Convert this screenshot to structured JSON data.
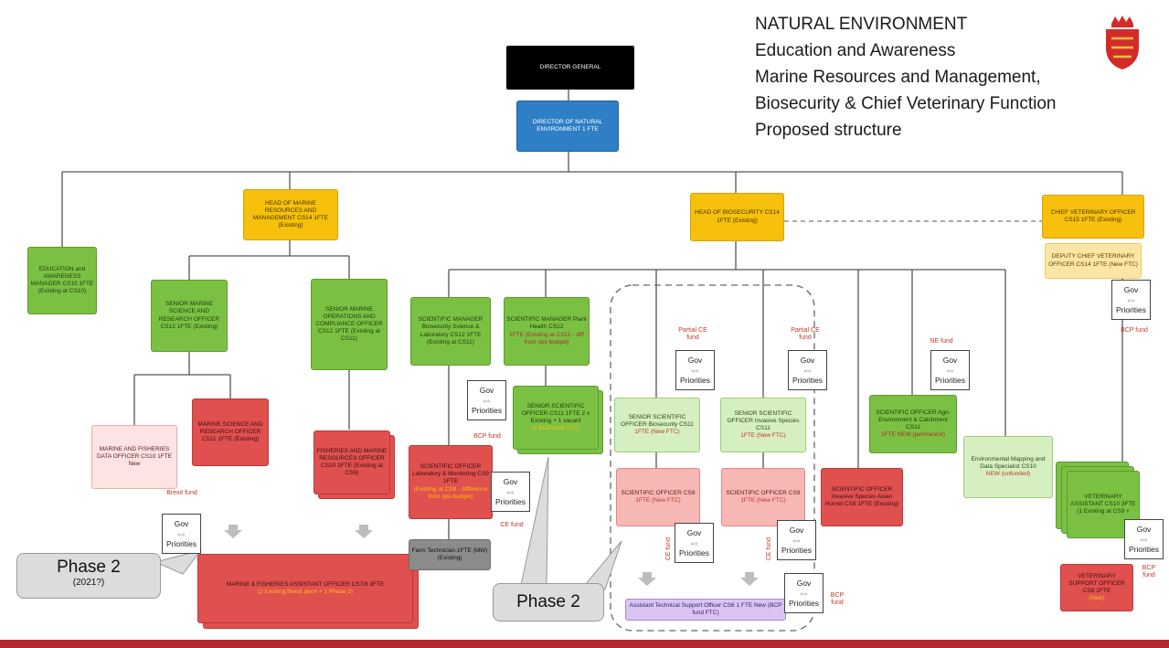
{
  "title": {
    "lines": [
      "NATURAL ENVIRONMENT",
      "Education and Awareness",
      "Marine Resources and Management,",
      "Biosecurity & Chief Veterinary Function",
      "Proposed structure"
    ]
  },
  "colors": {
    "green": "#7ac143",
    "yellow": "#f6c00c",
    "red": "#e0504f",
    "blue": "#2e7fc6",
    "brand_red": "#b02a30"
  },
  "boxes": {
    "director_general": "DIRECTOR GENERAL",
    "director_ne": "DIRECTOR OF NATURAL ENVIRONMENT 1 FTE",
    "head_marine": "HEAD OF MARINE RESOURCES AND MANAGEMENT CS14 1FTE (Existing)",
    "head_biosecurity": "HEAD OF BIOSECURITY CS14 1FTE (Existing)",
    "chief_vet": "CHIEF VETERINARY OFFICER CS15 1FTE (Existing)",
    "deputy_chief_vet": "DEPUTY CHIEF VETERINARY OFFICER CS14 1FTE (New FTC)",
    "education": "EDUCATION and AWARENESS MANAGER CS10 1FTE (Existing at CS10)",
    "senior_marine_science": "SENIOR MARINE SCIENCE AND RESEARCH OFFICER CS12 1FTE (Existing)",
    "senior_marine_ops": "SENIOR MARINE OPERATIONS AND COMPLIANCE OFFICER CS12 1FTE (Existing at CS11)",
    "marine_data": "MARINE AND FISHERIES DATA OFFICER CS10 1FTE New",
    "marine_science_officer": "MARINE SCIENCE AND RESEARCH OFFICER CS11 1FTE (Existing)",
    "fisheries_officers": "FISHERIES AND MARINE RESOURCES OFFICER CS10 2FTE (Existing at CS9)",
    "assistant_officers": "MARINE & FISHERIES ASSISTANT OFFICER CS7/8 3FTE",
    "assistant_officers_hl": "(2 Existing Brexit perm + 1 Phase 2)",
    "sci_mgr_biosec": "SCIENTIFIC MANAGER Biosecurity Science & Laboratory CS12 1FTE (Existing at CS11)",
    "sci_mgr_plant": "SCIENTIFIC MANAGER Plant Health CS12",
    "sci_mgr_plant_hl": "1FTE (Existing at CS11 - diff from ops budget)",
    "senior_sci_cs11": "SENIOR SCIENTIFIC OFFICER CS11 1FTE 2 x Existing + 1 vacant",
    "senior_sci_cs11_hl": "(1 BCP fund FTC)",
    "sci_officer_lab": "SCIENTIFIC OFFICER Laboratory & Monitoring CS9 1FTE",
    "sci_officer_lab_hl": "(Existing at CS8 - difference from ops budget)",
    "farm_tech": "Farm Technician 1FTE (MW) (Existing)",
    "sso_biosecurity": "SENIOR SCIENTIFIC OFFICER Biosecurity CS11",
    "sso_biosecurity_hl": "1FTE (New FTC)",
    "sso_invasive": "SENIOR SCIENTIFIC OFFICER Invasive Species CS11",
    "sso_invasive_hl": "1FTE (New FTC)",
    "so_cs9_a": "SCIENTIFIC OFFICER CS9",
    "so_cs9_a_hl": "1FTE (New FTC)",
    "so_cs9_b": "SCIENTIFIC OFFICER CS9",
    "so_cs9_b_hl": "1FTE (New FTC)",
    "assistant_tech": "Assistant Technical Support Officer CS6 1 FTE New (BCP fund FTC)",
    "so_invasive_hornet": "SCIENTIFIC OFFICER Invasive Species Asian Hornet CS8 1FTE (Existing)",
    "so_agri": "SCIENTIFIC OFFICER Agri-Environment & Catchment CS11",
    "so_agri_hl": "1FTE NEW (permanent)",
    "env_mapping": "Environmental Mapping and Data Specialist CS10",
    "env_mapping_hl": "NEW (unfunded)",
    "vet_assistant": "VETERINARY ASSISTANT CS10 3FTE (1 Existing at CS9 +",
    "vet_support": "VETERINARY SUPPORT OFFICER CS8 1FTE",
    "vet_support_hl": "(New)"
  },
  "gov_label": "Gov",
  "priorities_label": "Priorities",
  "notes": {
    "brexit_fund": "Brexit fund",
    "bcp_fund": "BCP fund",
    "ce_fund": "CE fund",
    "partial_ce_fund": "Partial CE fund",
    "ne_fund": "NE fund"
  },
  "phase": {
    "label": "Phase 2",
    "year": "(2021?)"
  }
}
